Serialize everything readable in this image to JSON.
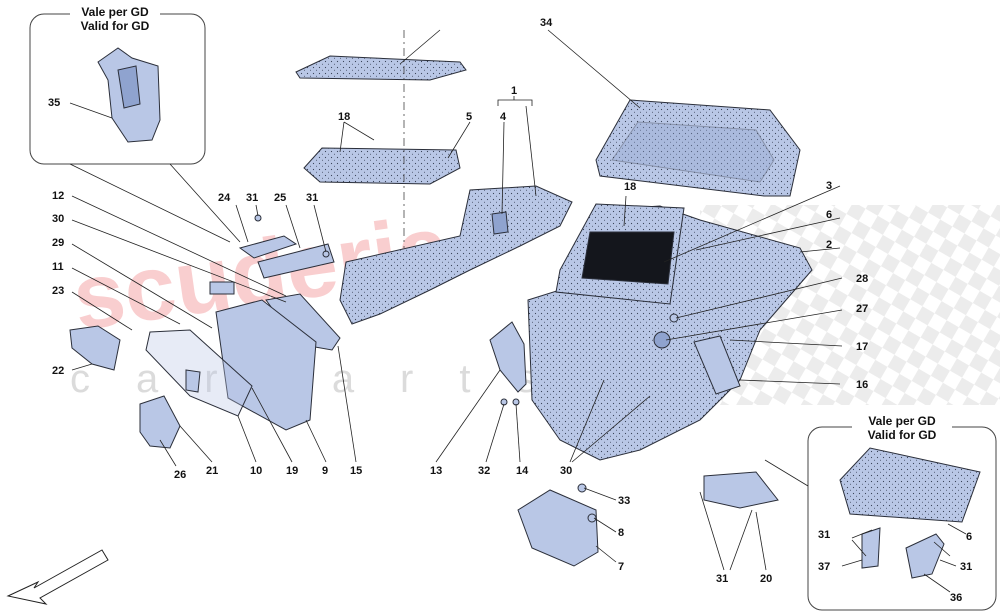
{
  "inset_top_left": {
    "line1": "Vale per GD",
    "line2": "Valid for GD",
    "part": "35"
  },
  "inset_bottom_right": {
    "line1": "Vale per GD",
    "line2": "Valid for GD",
    "parts": [
      "6",
      "31",
      "31",
      "37",
      "36"
    ]
  },
  "labels": {
    "p1": "1",
    "p2": "2",
    "p3": "3",
    "p4": "4",
    "p5": "5",
    "p6": "6",
    "p7": "7",
    "p8": "8",
    "p9": "9",
    "p10": "10",
    "p11": "11",
    "p12": "12",
    "p13": "13",
    "p14": "14",
    "p15": "15",
    "p16": "16",
    "p17": "17",
    "p18a": "18",
    "p18b": "18",
    "p19": "19",
    "p20": "20",
    "p21": "21",
    "p22": "22",
    "p23": "23",
    "p24": "24",
    "p25": "25",
    "p26": "26",
    "p27": "27",
    "p28": "28",
    "p29": "29",
    "p30a": "30",
    "p30b": "30",
    "p31a": "31",
    "p31b": "31",
    "p31c": "31",
    "p32": "32",
    "p33": "33",
    "p34": "34"
  },
  "watermark": {
    "main": "scuderia",
    "sub": "carparts"
  },
  "colors": {
    "part": "#b9c7e6",
    "watermark": "#e5252a"
  }
}
